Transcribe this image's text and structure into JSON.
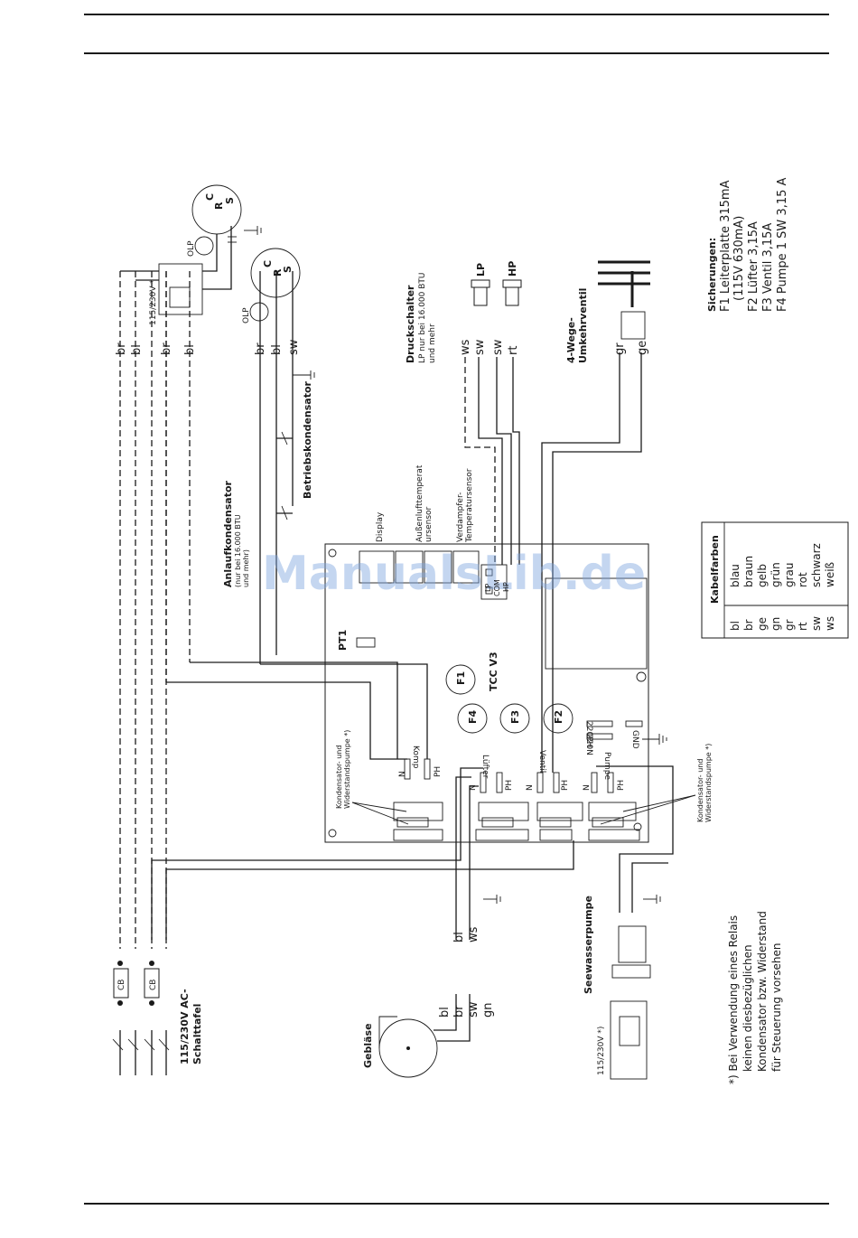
{
  "colors": {
    "ink": "#1a1a1a",
    "watermark": "#7ea6e0"
  },
  "watermark": "ManualsLib.de",
  "panel": {
    "title": "115/230V AC-\nSchalttafel",
    "breaker": "CB"
  },
  "compressor_top": {
    "wires": [
      "br",
      "bl",
      "br",
      "bl"
    ],
    "voltage": "115/230V *",
    "olp": "OLP",
    "terminals": [
      "C",
      "R",
      "S"
    ]
  },
  "compressor_mid": {
    "wires": [
      "br",
      "bl",
      "sw"
    ],
    "olp": "OLP",
    "terminals": [
      "C",
      "R",
      "S"
    ]
  },
  "capacitors": {
    "start": "Anlaufkondensator",
    "start_note": "(nur bei 16.000 BTU\nund mehr)",
    "run": "Betriebskondensator"
  },
  "pressure_switch": {
    "title": "Druckschalter",
    "note": "LP nur bei 16.000 BTU\nund mehr",
    "wires": [
      "ws",
      "sw",
      "sw",
      "rt"
    ],
    "lp": "LP",
    "hp": "HP"
  },
  "valve": {
    "title": "4-Wege-\nUmkehrventil",
    "wires": [
      "gr",
      "ge"
    ]
  },
  "fuses": {
    "title": "Sicherungen:",
    "lines": [
      "F1 Leiterplatte 315mA",
      "(115V 630mA)",
      "F2 Lüfter 3,15A",
      "F3 Ventil 3,15A",
      "F4 Pumpe 1 SW 3,15 A"
    ]
  },
  "board": {
    "name": "TCC V3",
    "pt1": "PT1",
    "display": "Display",
    "outdoor_sensor": "Außenlufttemperat\nursensor",
    "evap_sensor": "Verdampfer-\nTemperatursensor",
    "fuse_labels": [
      "F1",
      "F2",
      "F3",
      "F4"
    ],
    "lp_com_hp": [
      "LP",
      "COM",
      "HP"
    ],
    "komp": "Komp",
    "luefter": "Lüfter",
    "ventil": "Ventil",
    "pumpe": "Pumpe",
    "n": "N",
    "ph": "PH",
    "p220ph": "220PH",
    "p220n": "220N",
    "gnd": "GND",
    "pump_note": "Kondensator- und\nWiderstandspumpe *)"
  },
  "blower": {
    "title": "Gebläse",
    "wires": [
      "bl",
      "br",
      "sw",
      "gn"
    ],
    "board_wires": [
      "bl",
      "ws"
    ]
  },
  "seawater": {
    "title": "Seewasserpumpe",
    "voltage": "115/230V *)"
  },
  "legend": {
    "title": "Kabelfarben",
    "rows": [
      [
        "bl",
        "blau"
      ],
      [
        "br",
        "braun"
      ],
      [
        "ge",
        "gelb"
      ],
      [
        "gn",
        "grün"
      ],
      [
        "gr",
        "grau"
      ],
      [
        "rt",
        "rot"
      ],
      [
        "sw",
        "schwarz"
      ],
      [
        "ws",
        "weiß"
      ]
    ]
  },
  "footnote": [
    "*) Bei Verwendung eines Relais",
    "keinen diesbezüglichen",
    "Kondensator bzw. Widerstand",
    "für Steuerung vorsehen"
  ]
}
